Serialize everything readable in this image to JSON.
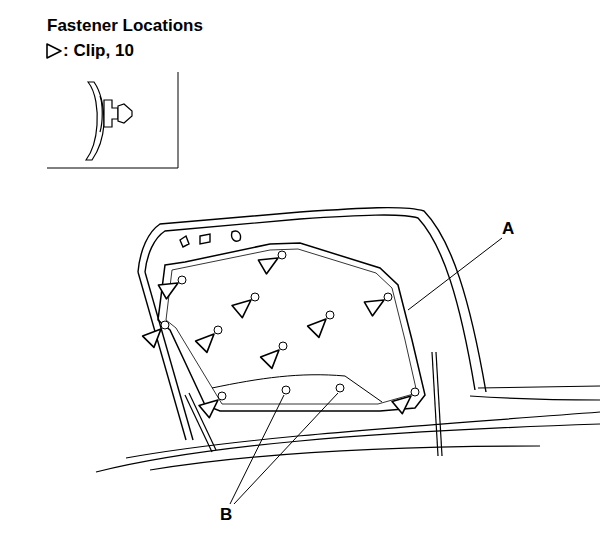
{
  "diagram": {
    "title": "Fastener Locations",
    "labels": [
      "A",
      "B"
    ],
    "legend": [
      {
        "text": ": Clip, 10"
      }
    ]
  }
}
